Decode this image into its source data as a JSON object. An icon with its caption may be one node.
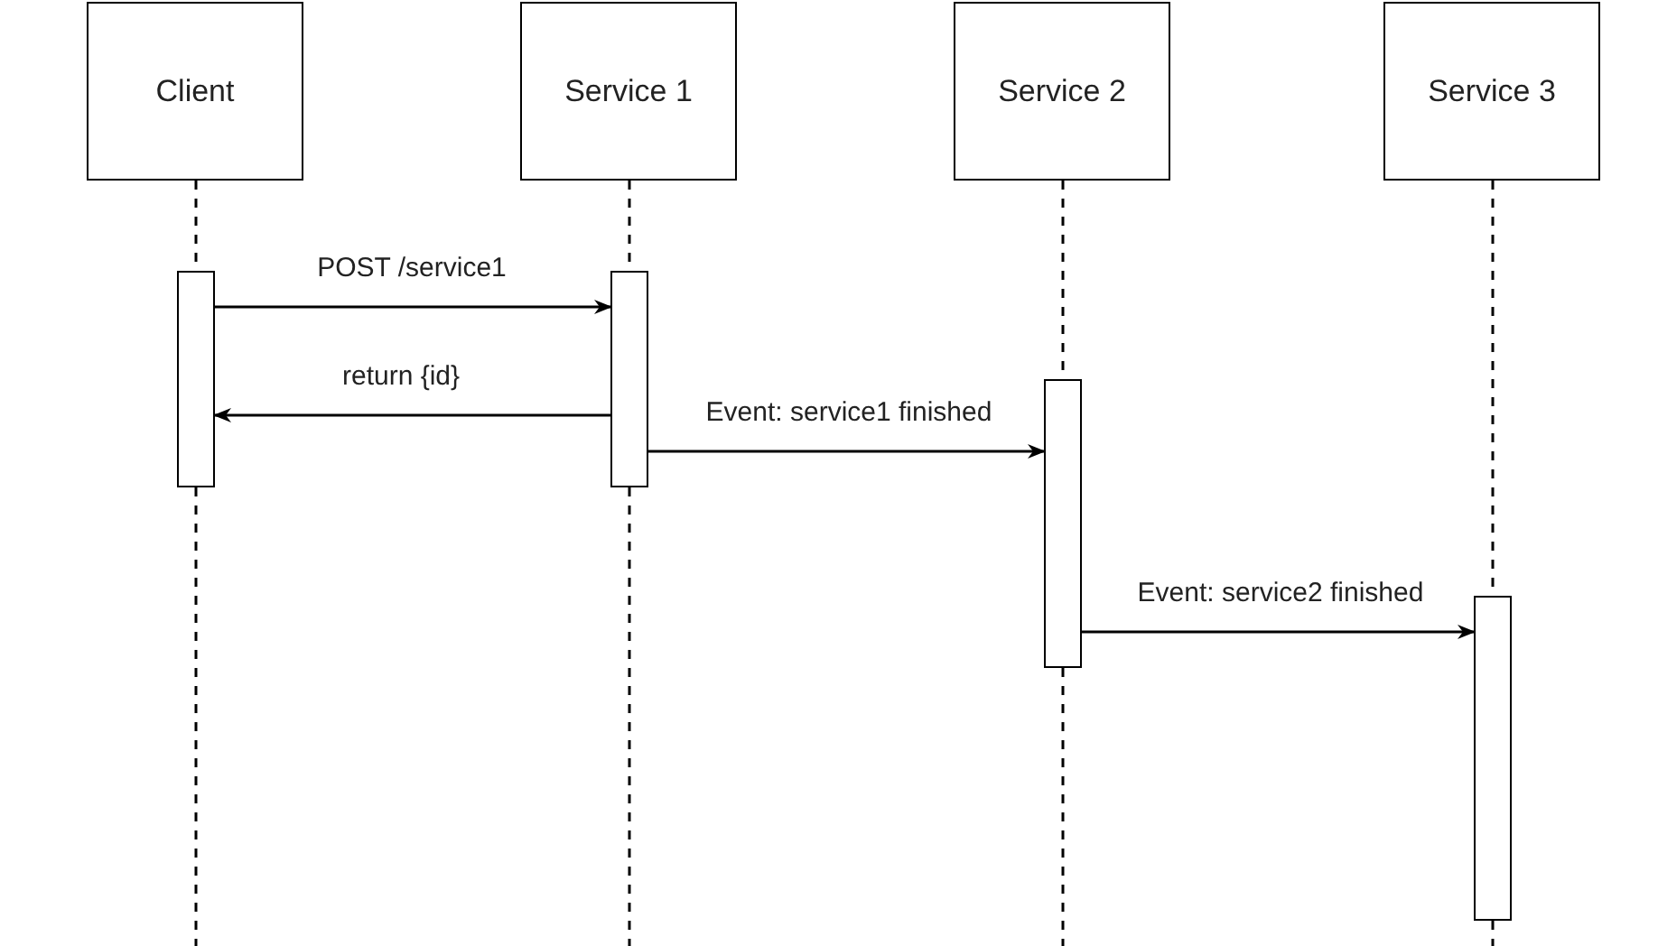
{
  "diagram": {
    "nodes": [
      {
        "text": [
          "Client"
        ]
      },
      {
        "text": [
          "Service 1"
        ]
      },
      {
        "text": [
          "Service 2"
        ]
      },
      {
        "text": [
          "Service 3"
        ]
      },
      {
        "text": [],
        "shape": "bar"
      },
      {
        "text": [],
        "shape": "bar"
      },
      {
        "text": [],
        "shape": "bar"
      },
      {
        "text": [],
        "shape": "bar"
      }
    ],
    "edges": [
      {
        "from": 0,
        "to": 4,
        "arrow": "none",
        "style": "dashed"
      },
      {
        "from": 1,
        "to": 5,
        "arrow": "none",
        "style": "dashed"
      },
      {
        "from": 2,
        "to": 6,
        "arrow": "none",
        "style": "dashed"
      },
      {
        "from": 3,
        "to": 7,
        "arrow": "none",
        "style": "dashed"
      },
      {
        "from": 4,
        "to": null,
        "arrow": "none",
        "style": "dashed"
      },
      {
        "from": 5,
        "to": null,
        "arrow": "none",
        "style": "dashed"
      },
      {
        "from": 6,
        "to": null,
        "arrow": "none",
        "style": "dashed"
      },
      {
        "from": 7,
        "to": null,
        "arrow": "none",
        "style": "dashed"
      },
      {
        "from": 4,
        "to": 5,
        "arrow": "to",
        "label": "POST /service1"
      },
      {
        "from": 5,
        "to": 4,
        "arrow": "to",
        "label": "return {id}"
      },
      {
        "from": 5,
        "to": 6,
        "arrow": "to",
        "label": "Event: service1 finished"
      },
      {
        "from": 6,
        "to": 7,
        "arrow": "to",
        "label": "Event: service2 finished"
      }
    ]
  }
}
